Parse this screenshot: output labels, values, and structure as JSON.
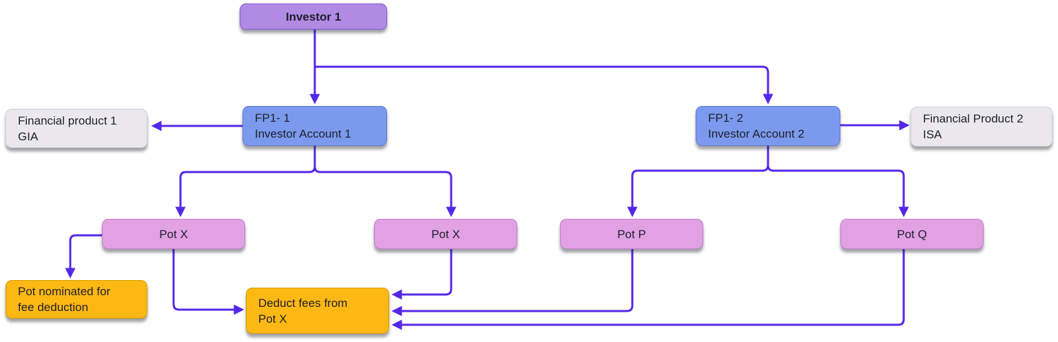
{
  "diagram": {
    "type": "flowchart",
    "background": "#ffffff",
    "connector_color": "#5427e8",
    "colors": {
      "investor_fill": "#b18ae4",
      "account_fill": "#7b9aee",
      "product_fill": "#eae8ed",
      "pot_fill": "#e1a1e3",
      "fee_fill": "#fdb814",
      "text": "#1f1f2b"
    },
    "nodes": {
      "investor1": {
        "label": "Investor 1"
      },
      "fp1": {
        "line1": "FP1- 1",
        "line2": "Investor Account 1"
      },
      "fp2": {
        "line1": "FP1- 2",
        "line2": "Investor Account 2"
      },
      "finprod1": {
        "line1": "Financial product 1",
        "line2": "GIA"
      },
      "finprod2": {
        "line1": "Financial Product 2",
        "line2": "ISA"
      },
      "potx1": {
        "label": "Pot X"
      },
      "potx2": {
        "label": "Pot X"
      },
      "potp": {
        "label": "Pot P"
      },
      "potq": {
        "label": "Pot Q"
      },
      "pot_nominated": {
        "line1": "Pot nominated for",
        "line2": "fee deduction"
      },
      "deduct_fees": {
        "line1": "Deduct fees from",
        "line2": "Pot X"
      }
    },
    "edges": [
      {
        "from": "Investor 1",
        "to": "FP1- 1 Investor Account 1"
      },
      {
        "from": "Investor 1",
        "to": "FP1- 2 Investor Account 2"
      },
      {
        "from": "FP1- 1 Investor Account 1",
        "to": "Financial product 1 GIA"
      },
      {
        "from": "FP1- 2 Investor Account 2",
        "to": "Financial Product 2 ISA"
      },
      {
        "from": "FP1- 1 Investor Account 1",
        "to": "Pot X (left)"
      },
      {
        "from": "FP1- 1 Investor Account 1",
        "to": "Pot X (right)"
      },
      {
        "from": "FP1- 2 Investor Account 2",
        "to": "Pot P"
      },
      {
        "from": "FP1- 2 Investor Account 2",
        "to": "Pot Q"
      },
      {
        "from": "Pot X (left)",
        "to": "Pot nominated for fee deduction"
      },
      {
        "from": "Pot X (left)",
        "to": "Deduct fees from Pot X"
      },
      {
        "from": "Pot X (right)",
        "to": "Deduct fees from Pot X"
      },
      {
        "from": "Pot P",
        "to": "Deduct fees from Pot X"
      },
      {
        "from": "Pot Q",
        "to": "Deduct fees from Pot X"
      }
    ]
  }
}
